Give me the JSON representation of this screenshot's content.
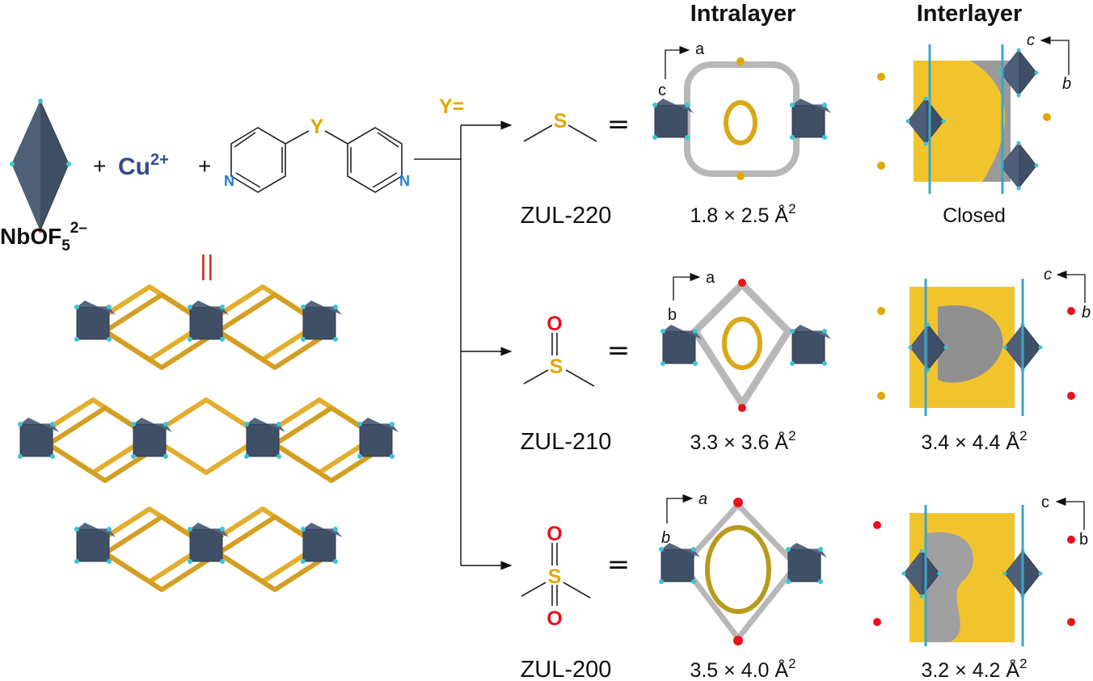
{
  "headers": {
    "intralayer": "Intralayer",
    "interlayer": "Interlayer"
  },
  "reactants": {
    "anion": "NbOF",
    "anion_sub": "5",
    "anion_sup": "2–",
    "cation": "Cu",
    "cation_sup": "2+",
    "plus": "+",
    "linker_y": "Y",
    "linker_n": "N",
    "equals_sign": "||"
  },
  "y_label": "Y=",
  "compounds": [
    {
      "name": "ZUL-220",
      "group_center": "S",
      "group_oxygens": [],
      "intra_pore": "1.8 × 2.5 Å",
      "intra_exp": "2",
      "inter_pore": "Closed",
      "inter_exp": "",
      "intra_axes": [
        "a",
        "c"
      ],
      "inter_axes": [
        "c",
        "b"
      ]
    },
    {
      "name": "ZUL-210",
      "group_center": "S",
      "group_oxygens": [
        "O"
      ],
      "intra_pore": "3.3 × 3.6 Å",
      "intra_exp": "2",
      "inter_pore": "3.4 × 4.4 Å",
      "inter_exp": "2",
      "intra_axes": [
        "a",
        "b"
      ],
      "inter_axes": [
        "c",
        "b"
      ]
    },
    {
      "name": "ZUL-200",
      "group_center": "S",
      "group_oxygens": [
        "O",
        "O"
      ],
      "intra_pore": "3.5 × 4.0 Å",
      "intra_exp": "2",
      "inter_pore": "3.2 × 4.2 Å",
      "inter_exp": "2",
      "intra_axes": [
        "a",
        "b"
      ],
      "inter_axes": [
        "c",
        "b"
      ]
    }
  ],
  "equals": "=",
  "colors": {
    "octahedron": "#3f4f66",
    "linker_gold": "#e3ae2e",
    "sulfur": "#e0a800",
    "oxygen": "#e8121a",
    "nitrogen": "#1e7fd0",
    "fluorine": "#3cc3d6"
  }
}
